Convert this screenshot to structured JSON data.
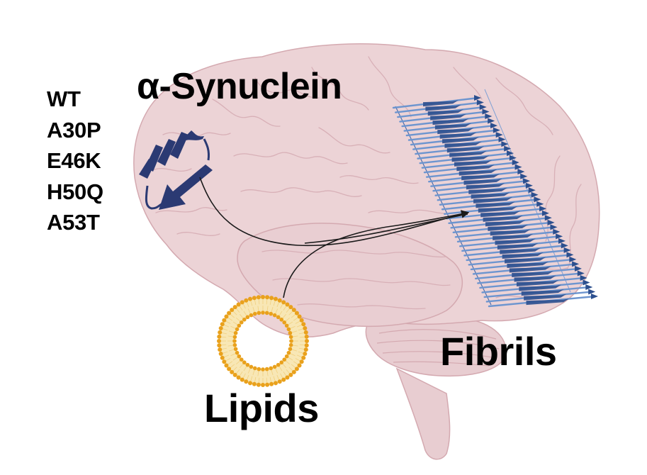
{
  "title": "α-Synuclein",
  "mutations": [
    "WT",
    "A30P",
    "E46K",
    "H50Q",
    "A53T"
  ],
  "labels": {
    "fibrils": "Fibrils",
    "lipids": "Lipids"
  },
  "icons": {
    "brain": "brain-illustration",
    "monomer": "protein-monomer-icon",
    "fibril": "amyloid-fibril-icon",
    "vesicle": "lipid-vesicle-icon",
    "arrows": "arrow-icon"
  },
  "colors": {
    "brain_fill": "#ecd3d6",
    "brain_line": "#d4a9b0",
    "protein": "#2b3a73",
    "fibril_dark": "#2c4f8e",
    "fibril_light": "#6d95cf",
    "lipid": "#e9a11c",
    "lipid_tail": "#f8e7b5",
    "arrow": "#1a1a1a"
  }
}
